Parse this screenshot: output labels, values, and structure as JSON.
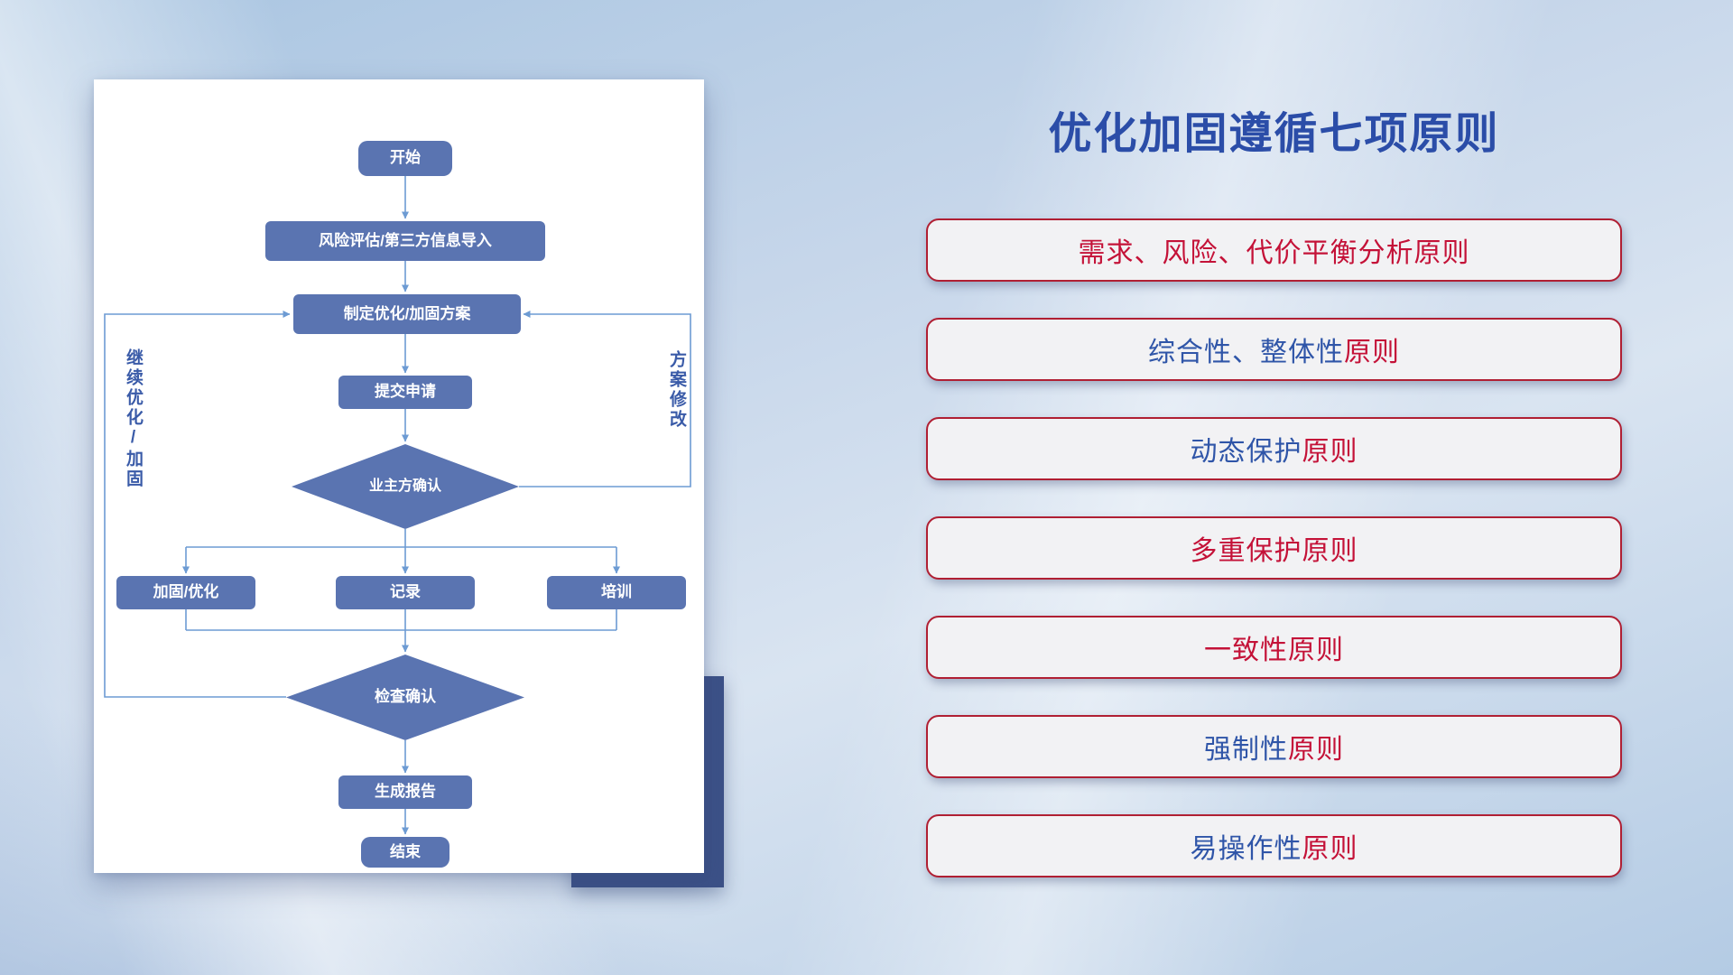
{
  "slide": {
    "title": "优化加固遵循七项原则"
  },
  "flowchart": {
    "nodes": {
      "start": "开始",
      "risk_import": "风险评估/第三方信息导入",
      "make_plan": "制定优化/加固方案",
      "submit": "提交申请",
      "owner_confirm": "业主方确认",
      "reinforce": "加固/优化",
      "record": "记录",
      "train": "培训",
      "check_confirm": "检查确认",
      "report": "生成报告",
      "end": "结束"
    },
    "side_labels": {
      "left": "继续优化/加固",
      "right": "方案修改"
    }
  },
  "principles": [
    {
      "segments": [
        {
          "text": "需求、风险、代价平衡分析原则",
          "color": "red"
        }
      ]
    },
    {
      "segments": [
        {
          "text": "综合性、整体性",
          "color": "blue"
        },
        {
          "text": "原则",
          "color": "red"
        }
      ]
    },
    {
      "segments": [
        {
          "text": "动态保护",
          "color": "blue"
        },
        {
          "text": "原则",
          "color": "red"
        }
      ]
    },
    {
      "segments": [
        {
          "text": "多重保护原则",
          "color": "red"
        }
      ]
    },
    {
      "segments": [
        {
          "text": "一致性原则",
          "color": "red"
        }
      ]
    },
    {
      "segments": [
        {
          "text": "强制性",
          "color": "blue"
        },
        {
          "text": "原则",
          "color": "red"
        }
      ]
    },
    {
      "segments": [
        {
          "text": "易操作性",
          "color": "blue"
        },
        {
          "text": "原则",
          "color": "red"
        }
      ]
    }
  ],
  "colors": {
    "title": "#2b4da8",
    "principle_red": "#c41238",
    "principle_blue": "#2f55a8",
    "principle_border": "#b01f33",
    "principle_bg": "#f2f2f4",
    "node_fill": "#5a74b1",
    "node_text": "#ffffff",
    "connector": "#6d9bd3",
    "side_label": "#3a5ba8",
    "accent_rect": "#3c5187"
  }
}
